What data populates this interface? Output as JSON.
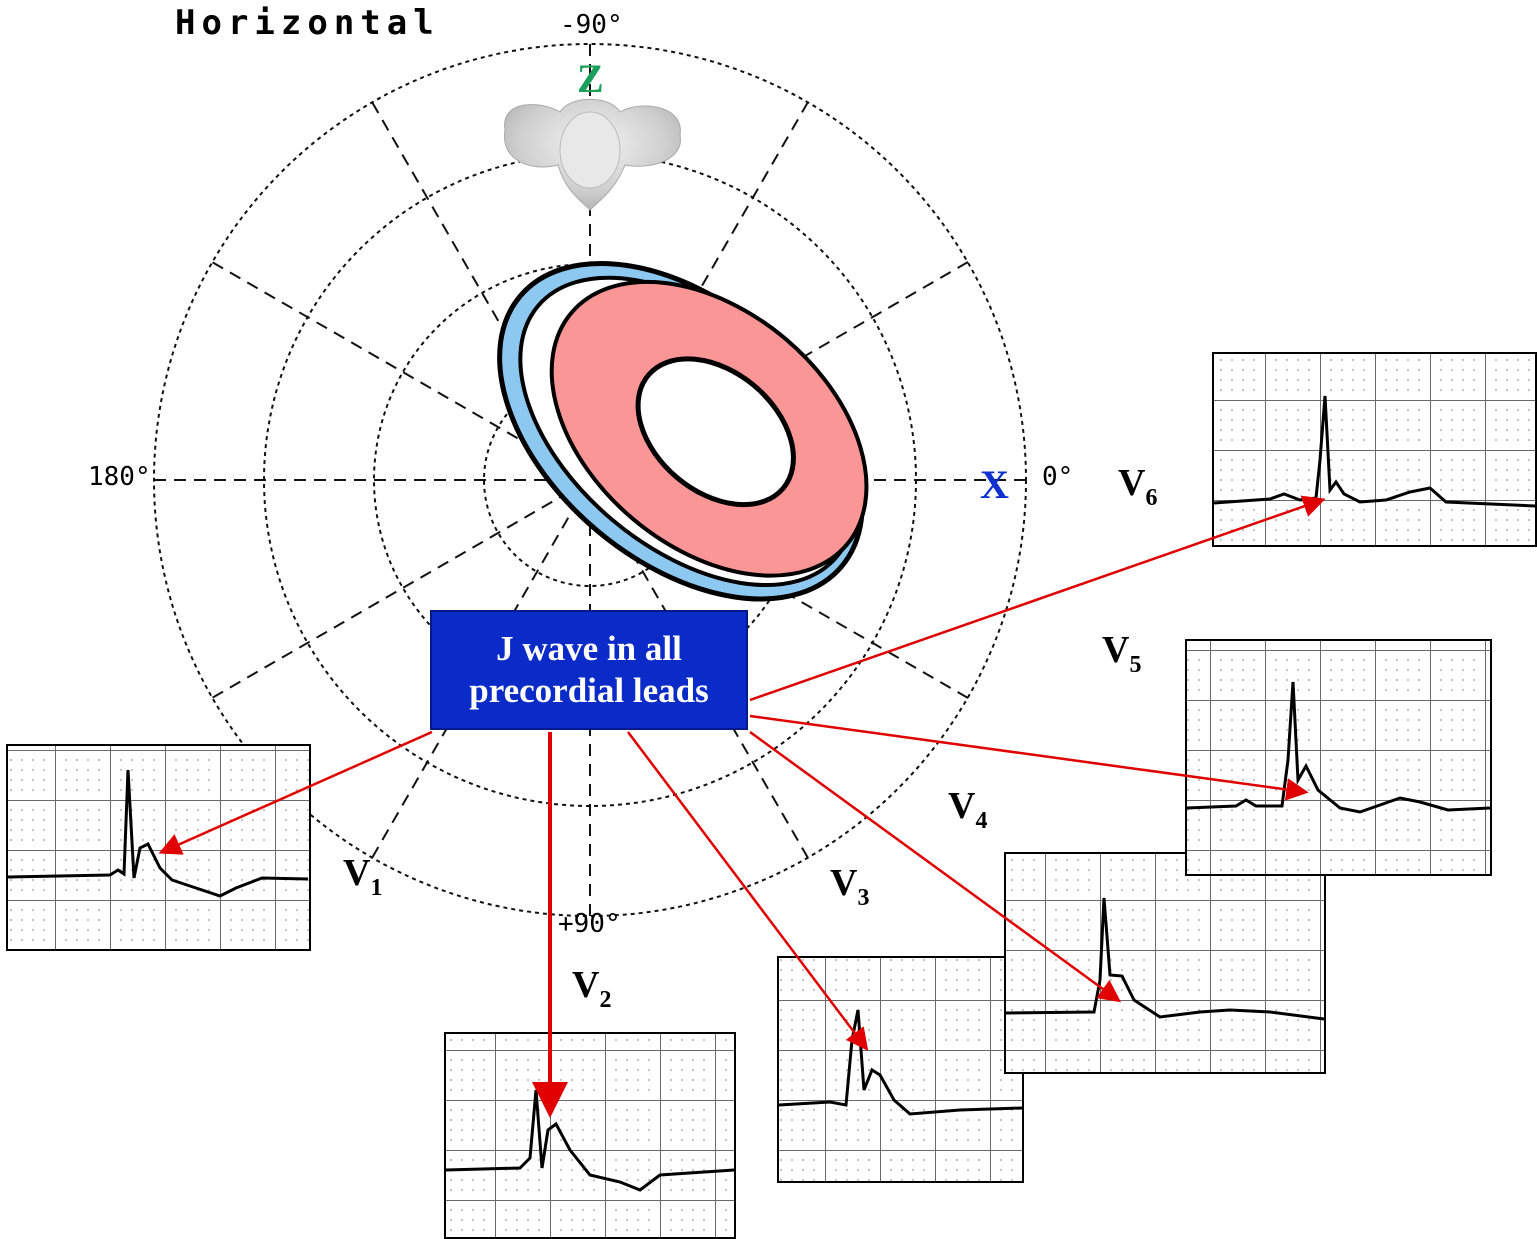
{
  "diagram": {
    "plane_title": "Horizontal",
    "angles": {
      "top": "-90°",
      "right": "0°",
      "left": "180°",
      "bottom": "+90°"
    },
    "axes": {
      "z": "Z",
      "x": "X"
    },
    "colors": {
      "axis_z": "#1aa05a",
      "axis_x": "#1030d0",
      "ring_fill": "#fa9696",
      "ring_inner_band": "#8cc8f0",
      "arrow": "#e00000",
      "callout_bg": "#0a2bc8"
    },
    "callout": {
      "line1": "J wave in all",
      "line2": "precordial leads"
    },
    "leads": [
      {
        "id": "V1",
        "base": "V",
        "sub": "1"
      },
      {
        "id": "V2",
        "base": "V",
        "sub": "2"
      },
      {
        "id": "V3",
        "base": "V",
        "sub": "3"
      },
      {
        "id": "V4",
        "base": "V",
        "sub": "4"
      },
      {
        "id": "V5",
        "base": "V",
        "sub": "5"
      },
      {
        "id": "V6",
        "base": "V",
        "sub": "6"
      }
    ]
  }
}
